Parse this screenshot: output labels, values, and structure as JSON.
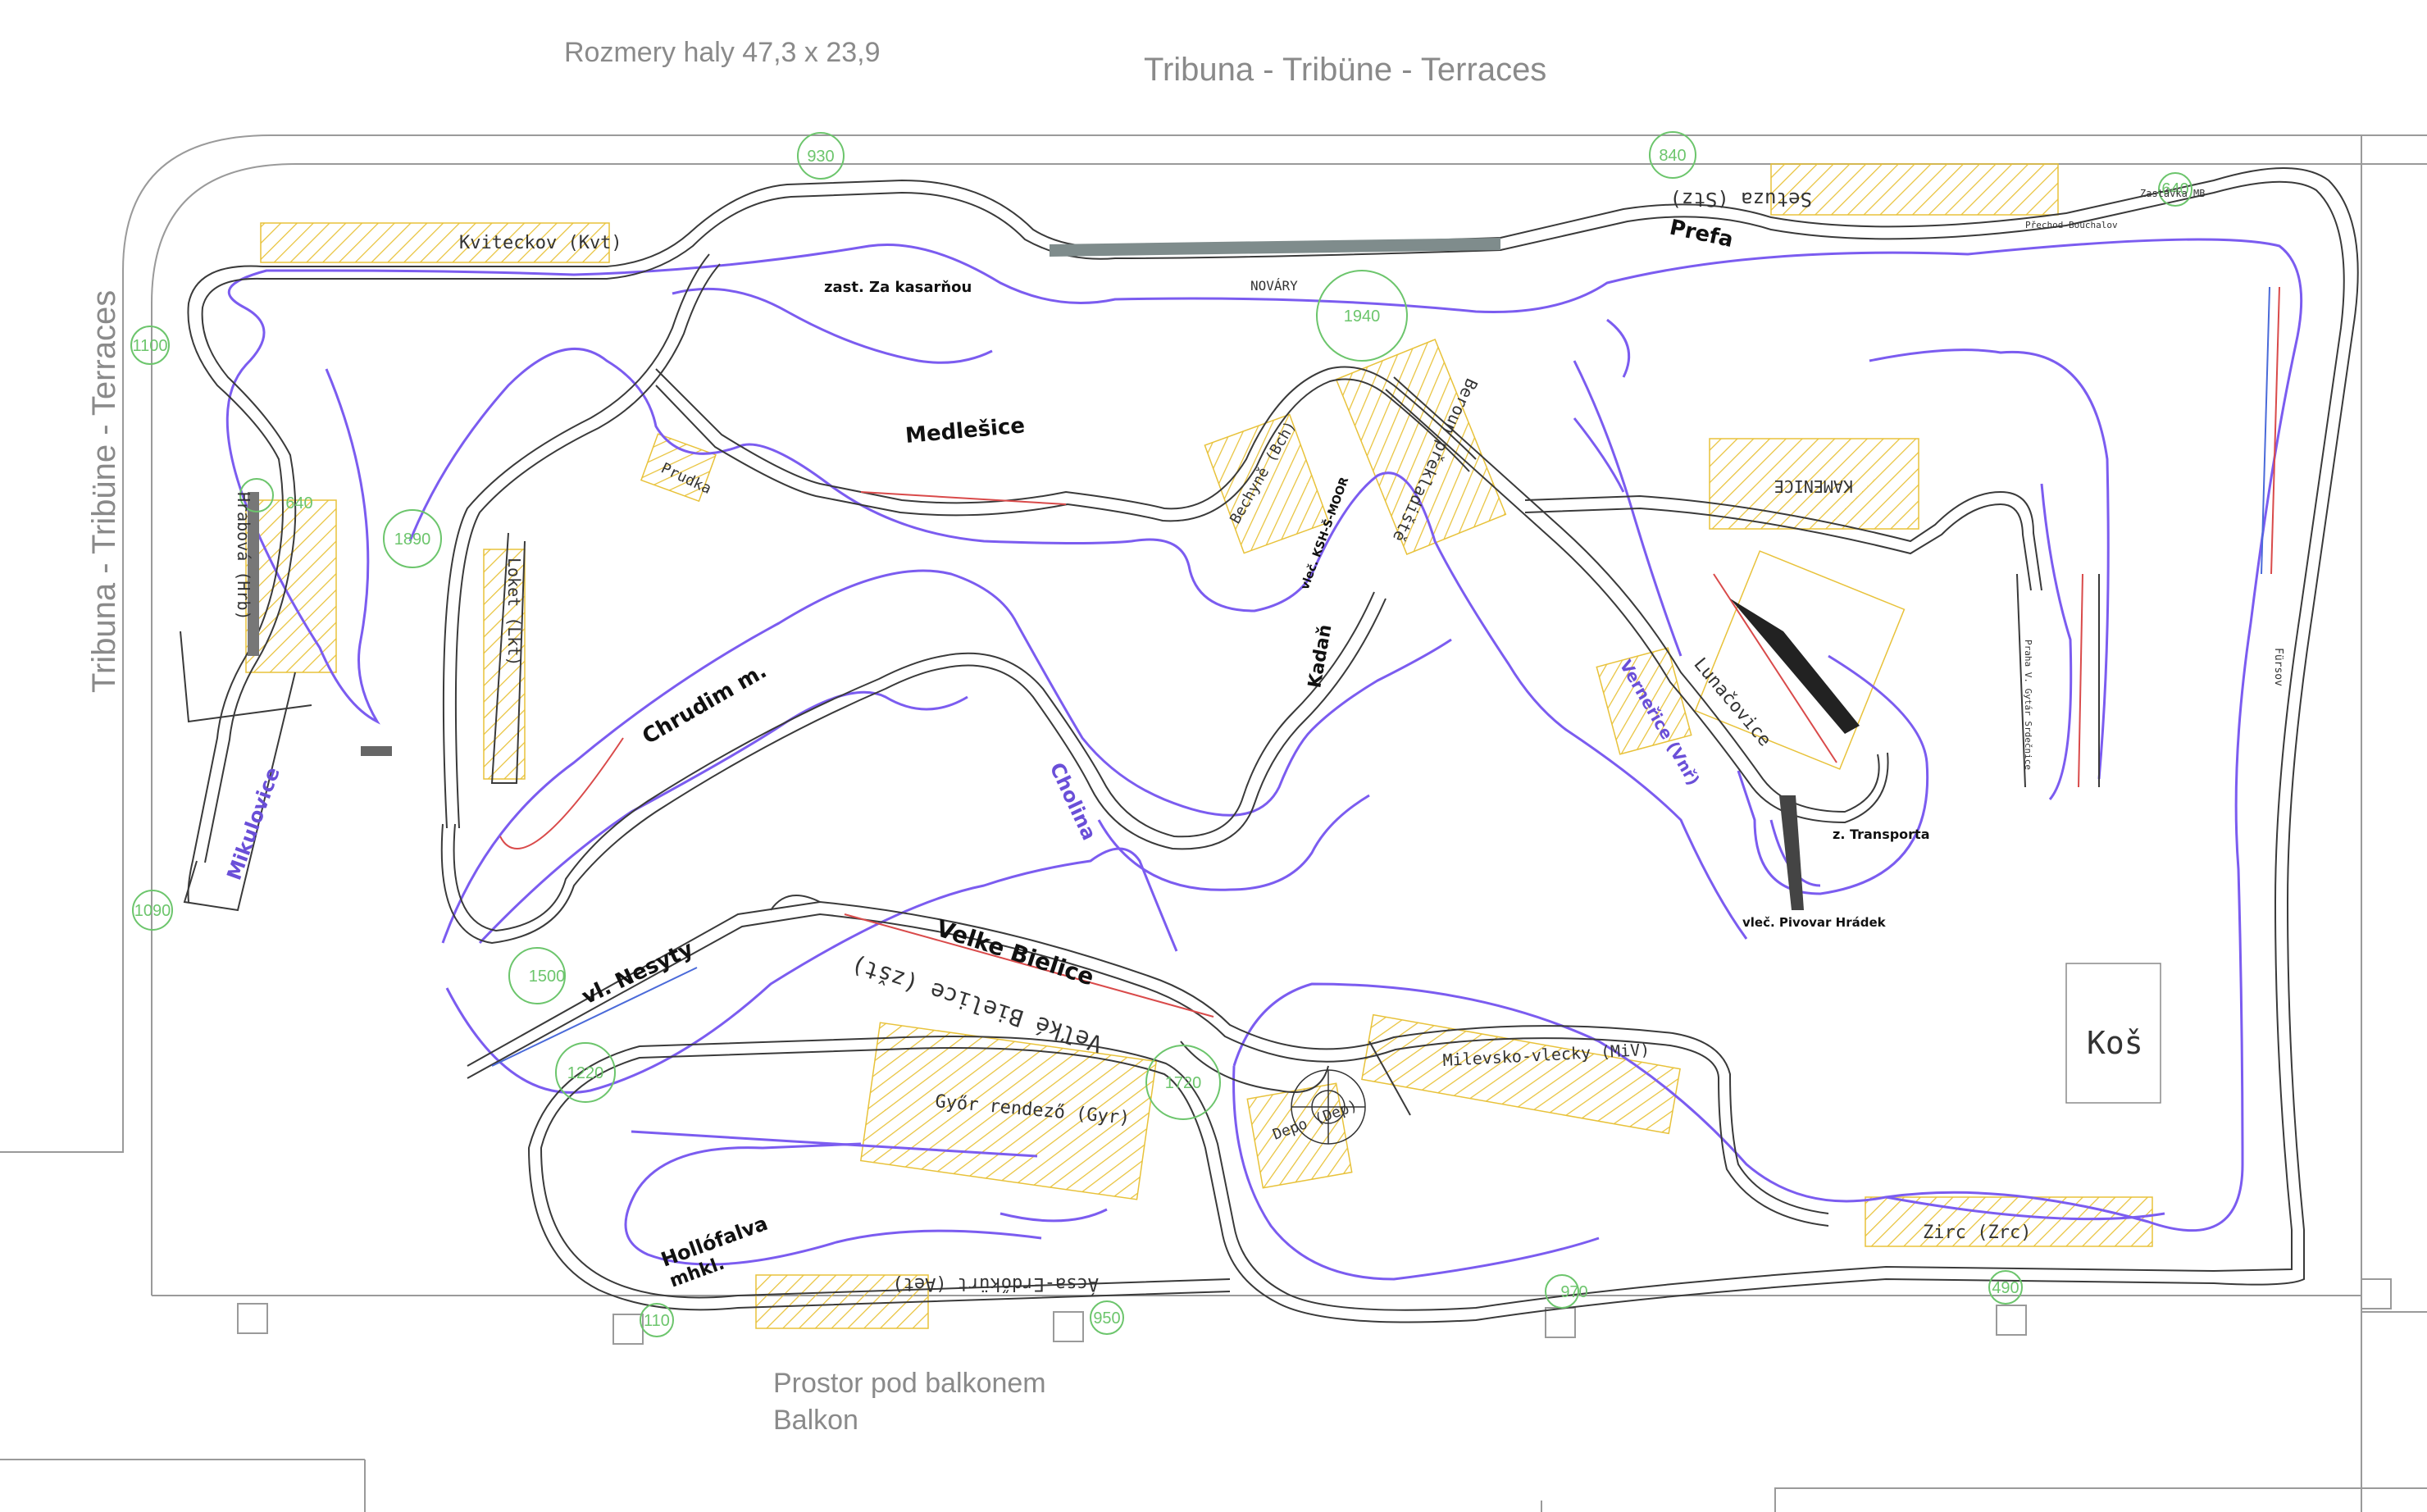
{
  "header": {
    "hall_dimensions": "Rozmery haly  47,3 x 23,9",
    "top_stand": "Tribuna - Tribüne - Terraces",
    "left_stand": "Tribuna - Tribüne - Terraces"
  },
  "footer": {
    "under_balcony": "Prostor pod balkonem",
    "balcony": "Balkon"
  },
  "stations": {
    "kvitekov": "Kviteckov (Kvt)",
    "za_kasarnou": "zast. Za kasarňou",
    "novary": "NOVÁRY",
    "prefa": "Prefa",
    "setuza": "Setuza (Stz)",
    "zastavka_mb": "Zastávka MB",
    "prechod": "Přechod Bouchalov",
    "hrabova": "Hrabová (Hrb)",
    "medlesice": "Medlešice",
    "prudka": "Prudka",
    "bechyne": "Bechyně (Bch)",
    "beroun": "Beroun překladiště",
    "kamenice": "KAMENICE",
    "loket": "Loket (Lkt)",
    "vlec_kbn": "vleč. KSH-Š-MOOR",
    "kadan": "Kadaň",
    "vernerice": "Verneřice (Vnř)",
    "lunacovice": "Lunačovice",
    "z_transporta": "z. Transporta",
    "vlec_pivovar": "vleč. Pivovar Hrádek",
    "chrudim": "Chrudim m.",
    "cholina": "Cholina",
    "mikulovice": "Mikulovice",
    "vl_nesyty": "vl. Nesyty",
    "velke_bielice": "Velke Bielice",
    "velke_bielice_mirror": "Veľké Bielice (zšt)",
    "milevsko": "Milevsko-vlecky (MiV)",
    "kos": "Koš",
    "gyor": "Győr rendező (Gyr)",
    "depo": "Depo (Dep)",
    "hollofalva": "Hollófalva",
    "hollofalva_sub": "mhkl.",
    "acsa": "Ácsa-Erdőkürt (Aet)",
    "zirc": "Zirc (Zrc)",
    "firsov": "Fürsov",
    "prazsky": "Praha V. Gytár Srdečnice"
  },
  "elevation_markers": [
    "930",
    "840",
    "640",
    "1100",
    "640",
    "1890",
    "1940",
    "1090",
    "1220",
    "1500",
    "1720",
    "110",
    "950",
    "970",
    "490"
  ],
  "colors": {
    "route": "#7b5cf0",
    "track": "#3a3a3a",
    "hatch": "#e8c23a",
    "marker": "#6cc56c",
    "title": "#8a8a8a"
  }
}
